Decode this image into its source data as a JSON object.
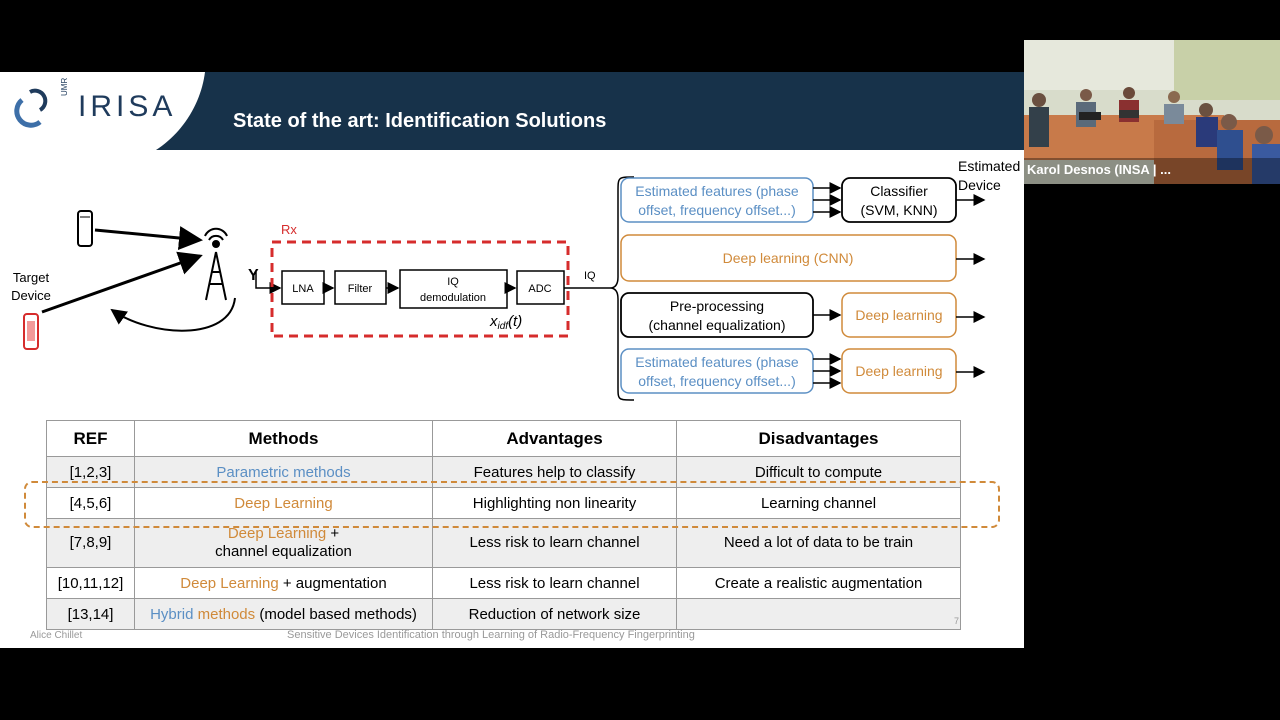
{
  "slide": {
    "logo": {
      "name": "IRISA",
      "umr": "UMR"
    },
    "title": "State of the art: Identification Solutions",
    "diagram": {
      "target_device": [
        "Target",
        "Device"
      ],
      "rx_label": "Rx",
      "y_label": "Y",
      "blocks": {
        "lna": "LNA",
        "filter": "Filter",
        "iq_demod": [
          "IQ",
          "demodulation"
        ],
        "adc": "ADC"
      },
      "signal": "x",
      "signal_sub": "idf",
      "signal_arg": "(t)",
      "iq_label": "IQ",
      "estimated_device": [
        "Estimated",
        "Device"
      ],
      "branches": {
        "est_features_1": [
          "Estimated features (phase",
          "offset, frequency offset...)"
        ],
        "classifier": [
          "Classifier",
          "(SVM, KNN)"
        ],
        "deep_cnn": "Deep learning (CNN)",
        "preprocessing": [
          "Pre-processing",
          "(channel equalization)"
        ],
        "deep_3": "Deep learning",
        "est_features_2": [
          "Estimated features (phase",
          "offset, frequency offset...)"
        ],
        "deep_4": "Deep learning"
      }
    },
    "table": {
      "headers": [
        "REF",
        "Methods",
        "Advantages",
        "Disadvantages"
      ],
      "rows": [
        {
          "ref": "[1,2,3]",
          "method_a": "Parametric methods",
          "adv": "Features help to classify",
          "dis": "Difficult to compute"
        },
        {
          "ref": "[4,5,6]",
          "method_a": "Deep Learning",
          "adv": "Highlighting non linearity",
          "dis": "Learning channel"
        },
        {
          "ref": "[7,8,9]",
          "method_a": "Deep Learning",
          "method_b": " +",
          "method_c": "channel equalization",
          "adv": "Less risk to learn channel",
          "dis": "Need a lot of data to be train"
        },
        {
          "ref": "[10,11,12]",
          "method_a": "Deep Learning",
          "method_b": " + augmentation",
          "adv": "Less risk to learn channel",
          "dis": "Create a realistic augmentation"
        },
        {
          "ref": "[13,14]",
          "method_a": "Hybrid",
          "method_b": " methods",
          "method_c": " (model based methods)",
          "adv": "Reduction of network size",
          "dis": ""
        }
      ]
    },
    "footer": {
      "author": "Alice Chillet",
      "talk": "Sensitive Devices Identification through Learning of Radio-Frequency Fingerprinting",
      "page": "7"
    }
  },
  "video": {
    "participant": "Karol Desnos (INSA | ..."
  },
  "colors": {
    "banner": "#17324a",
    "blue": "#5b8fc4",
    "orange": "#d08a3a",
    "red_dash": "#d62c2c"
  }
}
